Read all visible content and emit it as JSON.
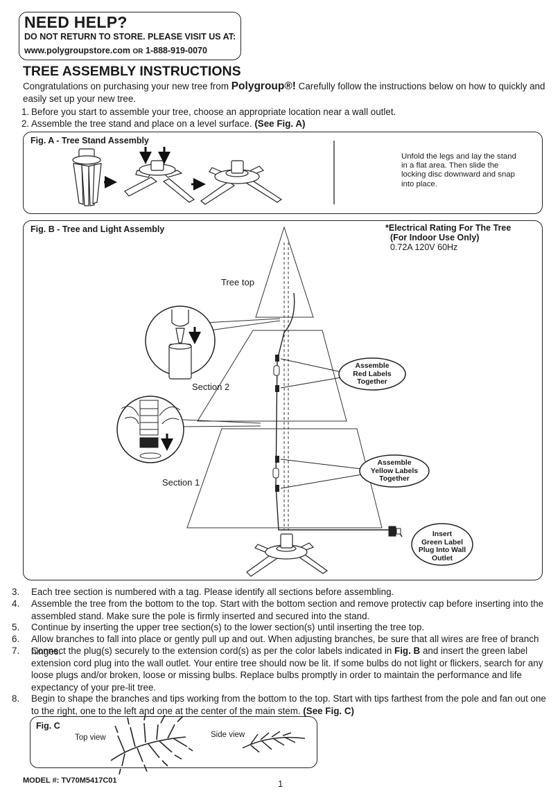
{
  "help": {
    "title": "NEED HELP?",
    "line1": "DO NOT RETURN TO STORE. PLEASE VISIT US AT:",
    "url": "www.polygroupstore.com",
    "or": "OR",
    "phone": "1-888-919-0070"
  },
  "heading": "TREE ASSEMBLY INSTRUCTIONS",
  "intro": {
    "pre": "Congratulations on purchasing your new tree from ",
    "brand": "Polygroup®!",
    "post": " Carefully follow the instructions below on how to quickly and easily set up your new tree."
  },
  "steps_top": [
    {
      "num": "1.",
      "text": "Before you start to assemble your tree, choose an appropriate location near a wall outlet."
    },
    {
      "num": "2.",
      "text": "Assemble the tree stand and place on a level surface. ",
      "ref": "(See Fig. A)"
    }
  ],
  "fig_a": {
    "title": "Fig. A - Tree Stand Assembly",
    "caption": "Unfold the legs and lay the stand in a flat area. Then slide the locking disc downward and snap into place."
  },
  "fig_b": {
    "title": "Fig. B - Tree and Light Assembly",
    "elec_title1": "*Electrical Rating For The Tree",
    "elec_title2": "(For Indoor Use Only)",
    "elec_value": "0.72A 120V 60Hz",
    "tree_top": "Tree top",
    "section2": "Section 2",
    "section1": "Section 1",
    "red_callout": [
      "Assemble",
      "Red Labels",
      "Together"
    ],
    "yellow_callout": [
      "Assemble",
      "Yellow Labels",
      "Together"
    ],
    "green_callout": [
      "Insert",
      "Green Label",
      "Plug Into Wall",
      "Outlet"
    ]
  },
  "steps_bottom": [
    {
      "num": "3.",
      "text": "Each tree section is numbered with a tag. Please identify all sections before assembling."
    },
    {
      "num": "4.",
      "text": "Assemble the tree from the bottom to the top. Start with the bottom section and remove protectiv cap before inserting into the assembled stand. Make sure the pole is firmly inserted and secured into the stand."
    },
    {
      "num": "5.",
      "text": "Continue by inserting the upper tree section(s) to the lower section(s) until inserting the tree top."
    },
    {
      "num": "6.",
      "text": "Allow branches to fall into place or gently pull up and out. When adjusting branches, be sure that all wires are free of branch hinges."
    },
    {
      "num": "7.",
      "text": "Connect the plug(s) securely to the extension cord(s) as per the color labels indicated in ",
      "ref": "Fig. B",
      "text2": " and insert the green label extension cord plug into the wall outlet. Your entire tree should now be lit. If some bulbs do not light or flickers, search for any loose plugs and/or broken, loose or missing bulbs. Replace bulbs promptly in order to maintain the performance and life expectancy of your pre-lit tree."
    },
    {
      "num": "8.",
      "text": "Begin to shape the branches and tips working from the bottom to the top. Start with tips farthest from the pole and fan out one to the right, one to the left and one at the center of the main stem. ",
      "ref": "(See Fig. C)"
    }
  ],
  "fig_c": {
    "title": "Fig. C",
    "top_view": "Top view",
    "side_view": "Side view"
  },
  "model": "MODEL #: TV70M5417C01",
  "page_number": "1"
}
